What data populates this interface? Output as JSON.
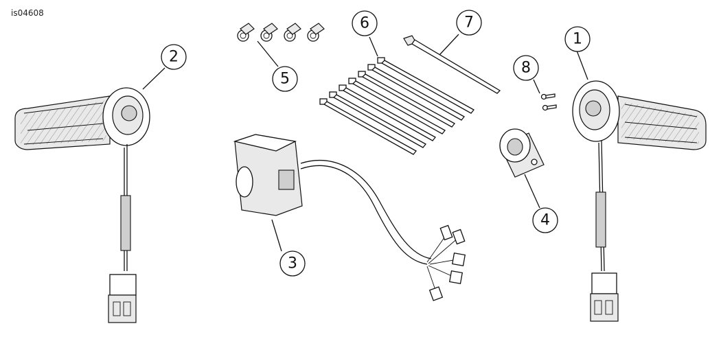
{
  "figure_id": "is04608",
  "callouts": {
    "c1": "1",
    "c2": "2",
    "c3": "3",
    "c4": "4",
    "c5": "5",
    "c6": "6",
    "c7": "7",
    "c8": "8"
  }
}
